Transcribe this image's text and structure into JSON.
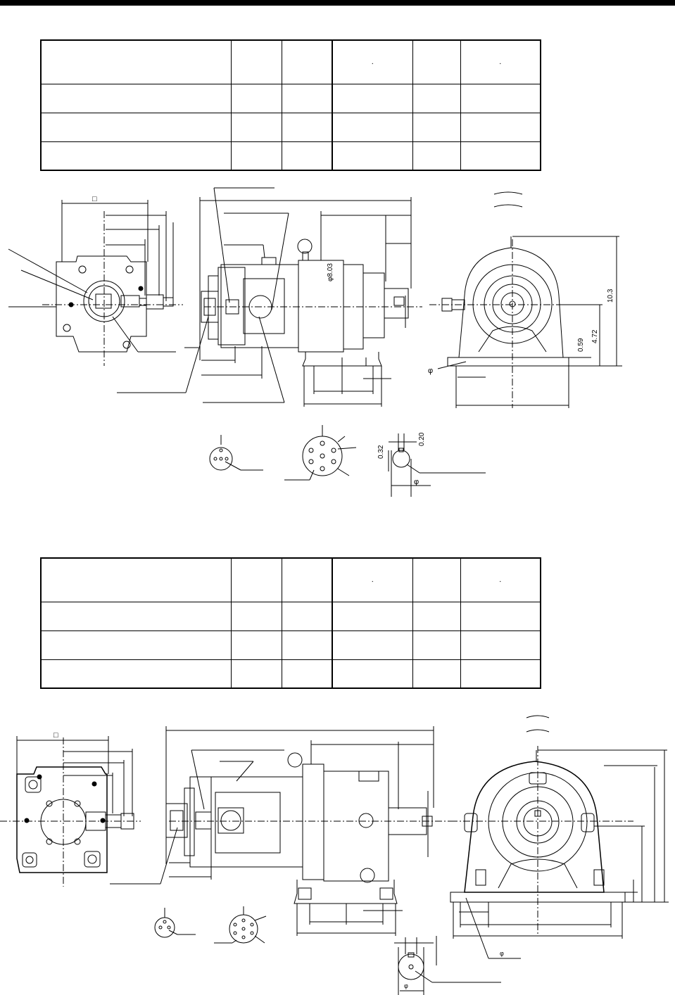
{
  "table_top": {
    "header_marks": [
      "",
      "",
      "",
      ".",
      "",
      "."
    ],
    "rows": [
      [
        "",
        "",
        "",
        "",
        "",
        ""
      ],
      [
        "",
        "",
        "",
        "",
        "",
        ""
      ],
      [
        "",
        "",
        "",
        "",
        "",
        ""
      ]
    ]
  },
  "table_bottom": {
    "header_marks": [
      "",
      "",
      "",
      ".",
      "",
      "."
    ],
    "rows": [
      [
        "",
        "",
        "",
        "",
        "",
        ""
      ],
      [
        "",
        "",
        "",
        "",
        "",
        ""
      ],
      [
        "",
        "",
        "",
        "",
        "",
        ""
      ]
    ]
  },
  "drawing_top": {
    "square_symbol": "□",
    "dimensions": {
      "flange_dia": "φ8.03",
      "height_total": "10.3",
      "shaft_center": "4.72",
      "base_thickness": "0.59",
      "key_w1": "0.32",
      "key_w2": "0.20"
    },
    "phi_symbol": "φ"
  },
  "drawing_bottom": {
    "square_symbol": "□",
    "phi_symbol": "φ"
  }
}
